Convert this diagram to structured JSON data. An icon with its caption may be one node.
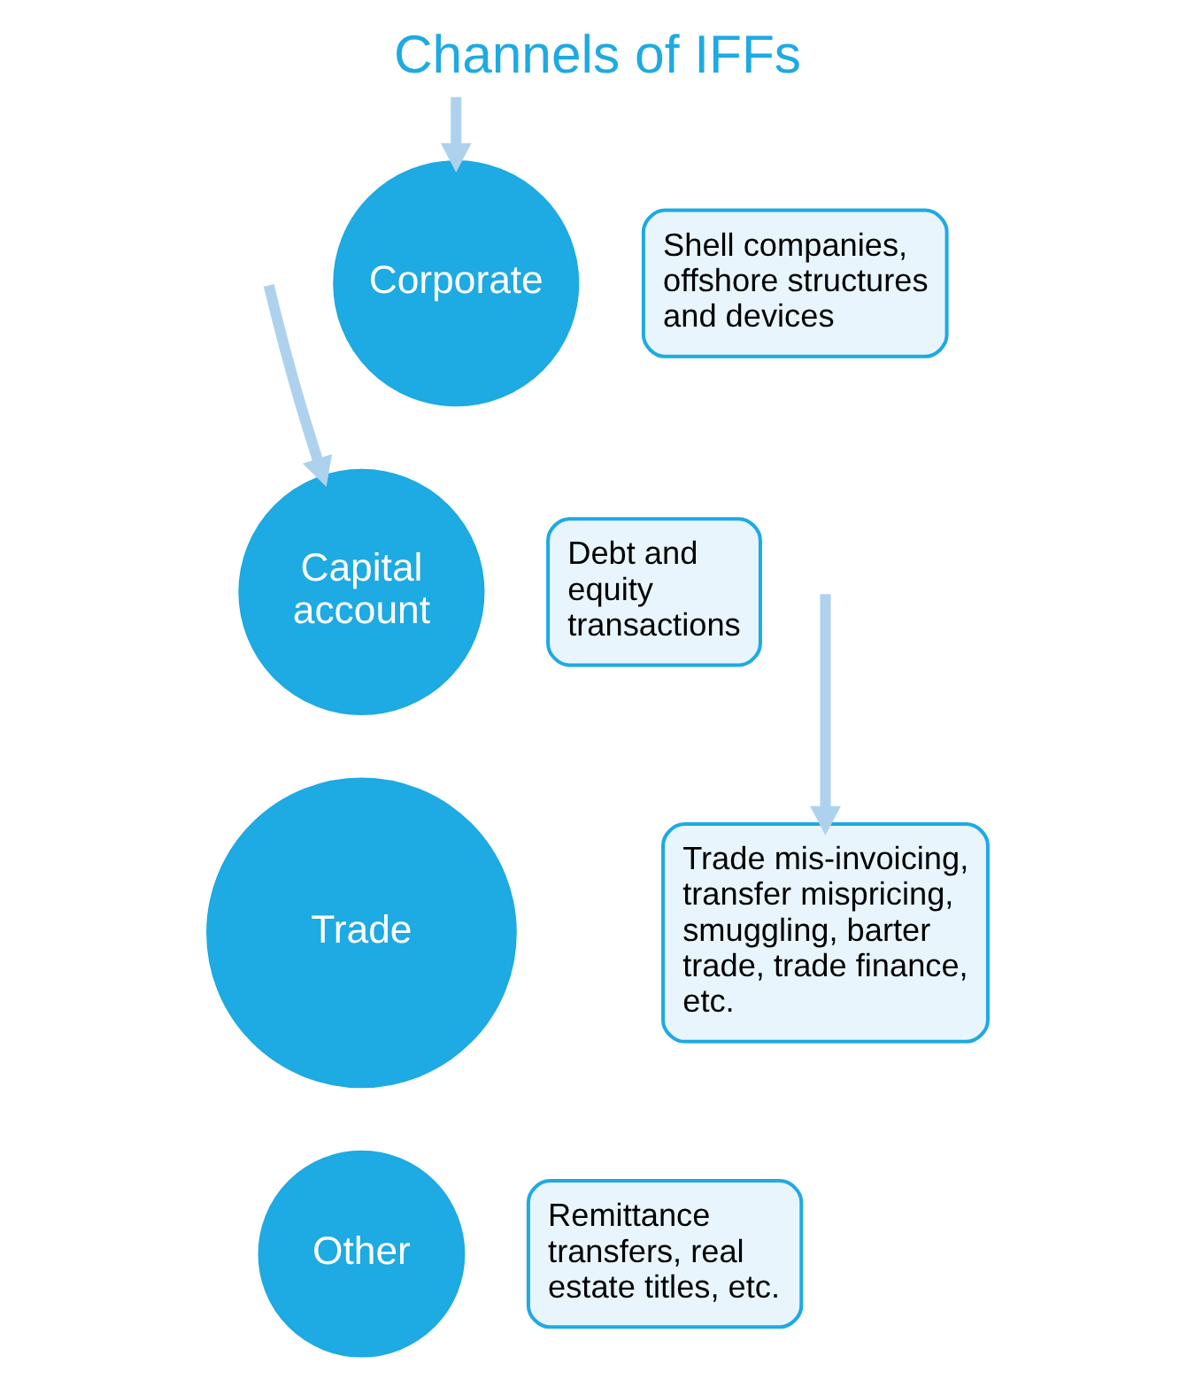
{
  "diagram": {
    "title": "Channels of IFFs",
    "nodes": [
      {
        "text": [
          "Corporate"
        ]
      },
      {
        "text": [
          "Shell companies, offshore structures and devices"
        ]
      },
      {
        "text": [
          "Capital account"
        ]
      },
      {
        "text": [
          "Debt and equity transactions"
        ]
      },
      {
        "text": [
          "Trade"
        ]
      },
      {
        "text": [
          "Other"
        ]
      },
      {
        "text": [
          "Trade mis-invoicing, transfer mispricing, smuggling, barter trade, trade finance, etc."
        ]
      },
      {
        "text": [
          "Remittance transfers, real estate titles, etc."
        ]
      }
    ],
    "edges": [
      {
        "from": null,
        "to": 0,
        "arrow": "to"
      },
      {
        "from": null,
        "to": 2,
        "arrow": "to"
      },
      {
        "from": null,
        "to": 6,
        "arrow": "to"
      }
    ]
  }
}
